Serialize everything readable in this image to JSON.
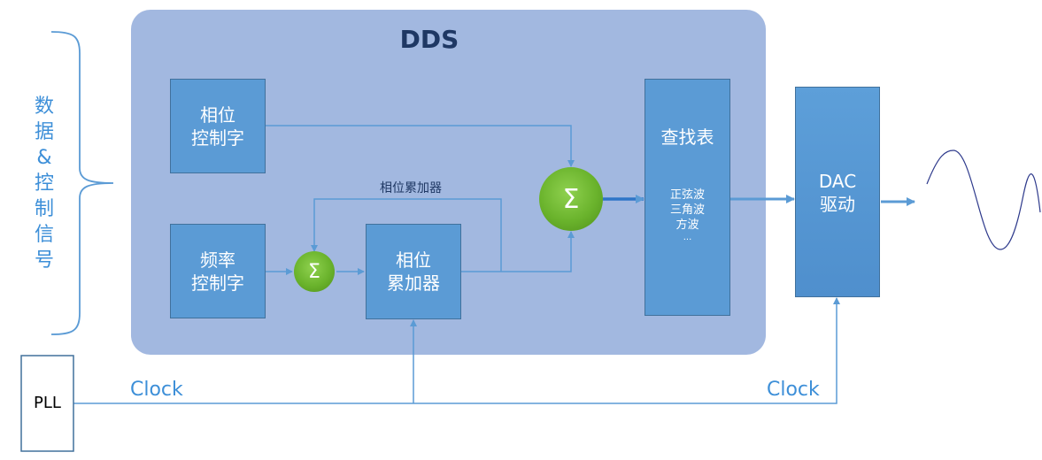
{
  "title": "DDS",
  "side_label": [
    "数",
    "据",
    "&",
    "控",
    "制",
    "信",
    "号"
  ],
  "phase_word_box": [
    "相位",
    "控制字"
  ],
  "freq_word_box": [
    "频率",
    "控制字"
  ],
  "phase_acc_box": [
    "相位",
    "累加器"
  ],
  "feedback_label": "相位累加器",
  "lookup_box": {
    "title": "查找表",
    "items": [
      "正弦波",
      "三角波",
      "方波",
      "..."
    ]
  },
  "dac_box": [
    "DAC",
    "驱动"
  ],
  "pll_label": "PLL",
  "clock_labels": [
    "Clock",
    "Clock"
  ],
  "sigma_symbol": "Σ",
  "colors": {
    "dds_panel": "#a2b8e0",
    "block_fill": "#5b9bd5",
    "block_border": "#41719c",
    "arrow": "#5b9bd5",
    "sigma_green": "#6ab32c",
    "sine": "#2e3a8c",
    "text_blue": "#3d8fd8",
    "title_dark": "#1f3864"
  }
}
